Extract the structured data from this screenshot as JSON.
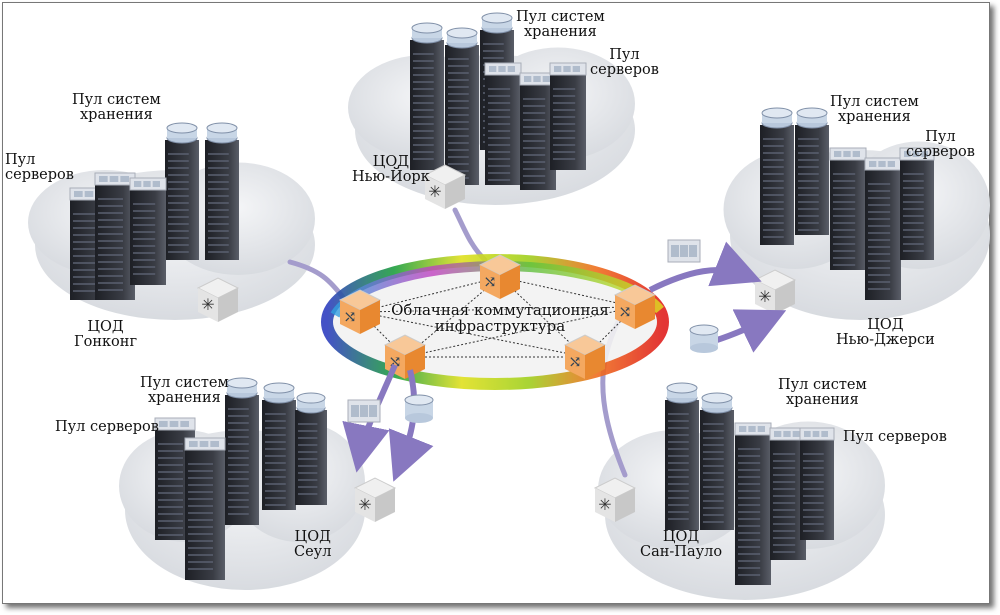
{
  "center": {
    "line1": "Облачная коммутационная",
    "line2": "инфраструктура"
  },
  "datacenters": [
    {
      "id": "hong-kong",
      "storage": "Пул систем\nхранения",
      "servers": "Пул\nсерверов",
      "name": "ЦОД\nГонконг"
    },
    {
      "id": "new-york",
      "storage": "Пул систем\nхранения",
      "servers": "Пул\nсерверов",
      "name": "ЦОД\nНью-Йорк"
    },
    {
      "id": "new-jersey",
      "storage": "Пул систем\nхранения",
      "servers": "Пул\nсерверов",
      "name": "ЦОД\nНью-Джерси"
    },
    {
      "id": "seoul",
      "storage": "Пул систем\nхранения",
      "servers": "Пул серверов",
      "name": "ЦОД\nСеул"
    },
    {
      "id": "sao-paulo",
      "storage": "Пул систем\nхранения",
      "servers": "Пул серверов",
      "name": "ЦОД\nСан-Пауло"
    }
  ],
  "colors": {
    "switch": "#f0a050",
    "arrow": "#8878c0",
    "rack": "#2a2c33",
    "cloud": "#e6e8ec"
  }
}
